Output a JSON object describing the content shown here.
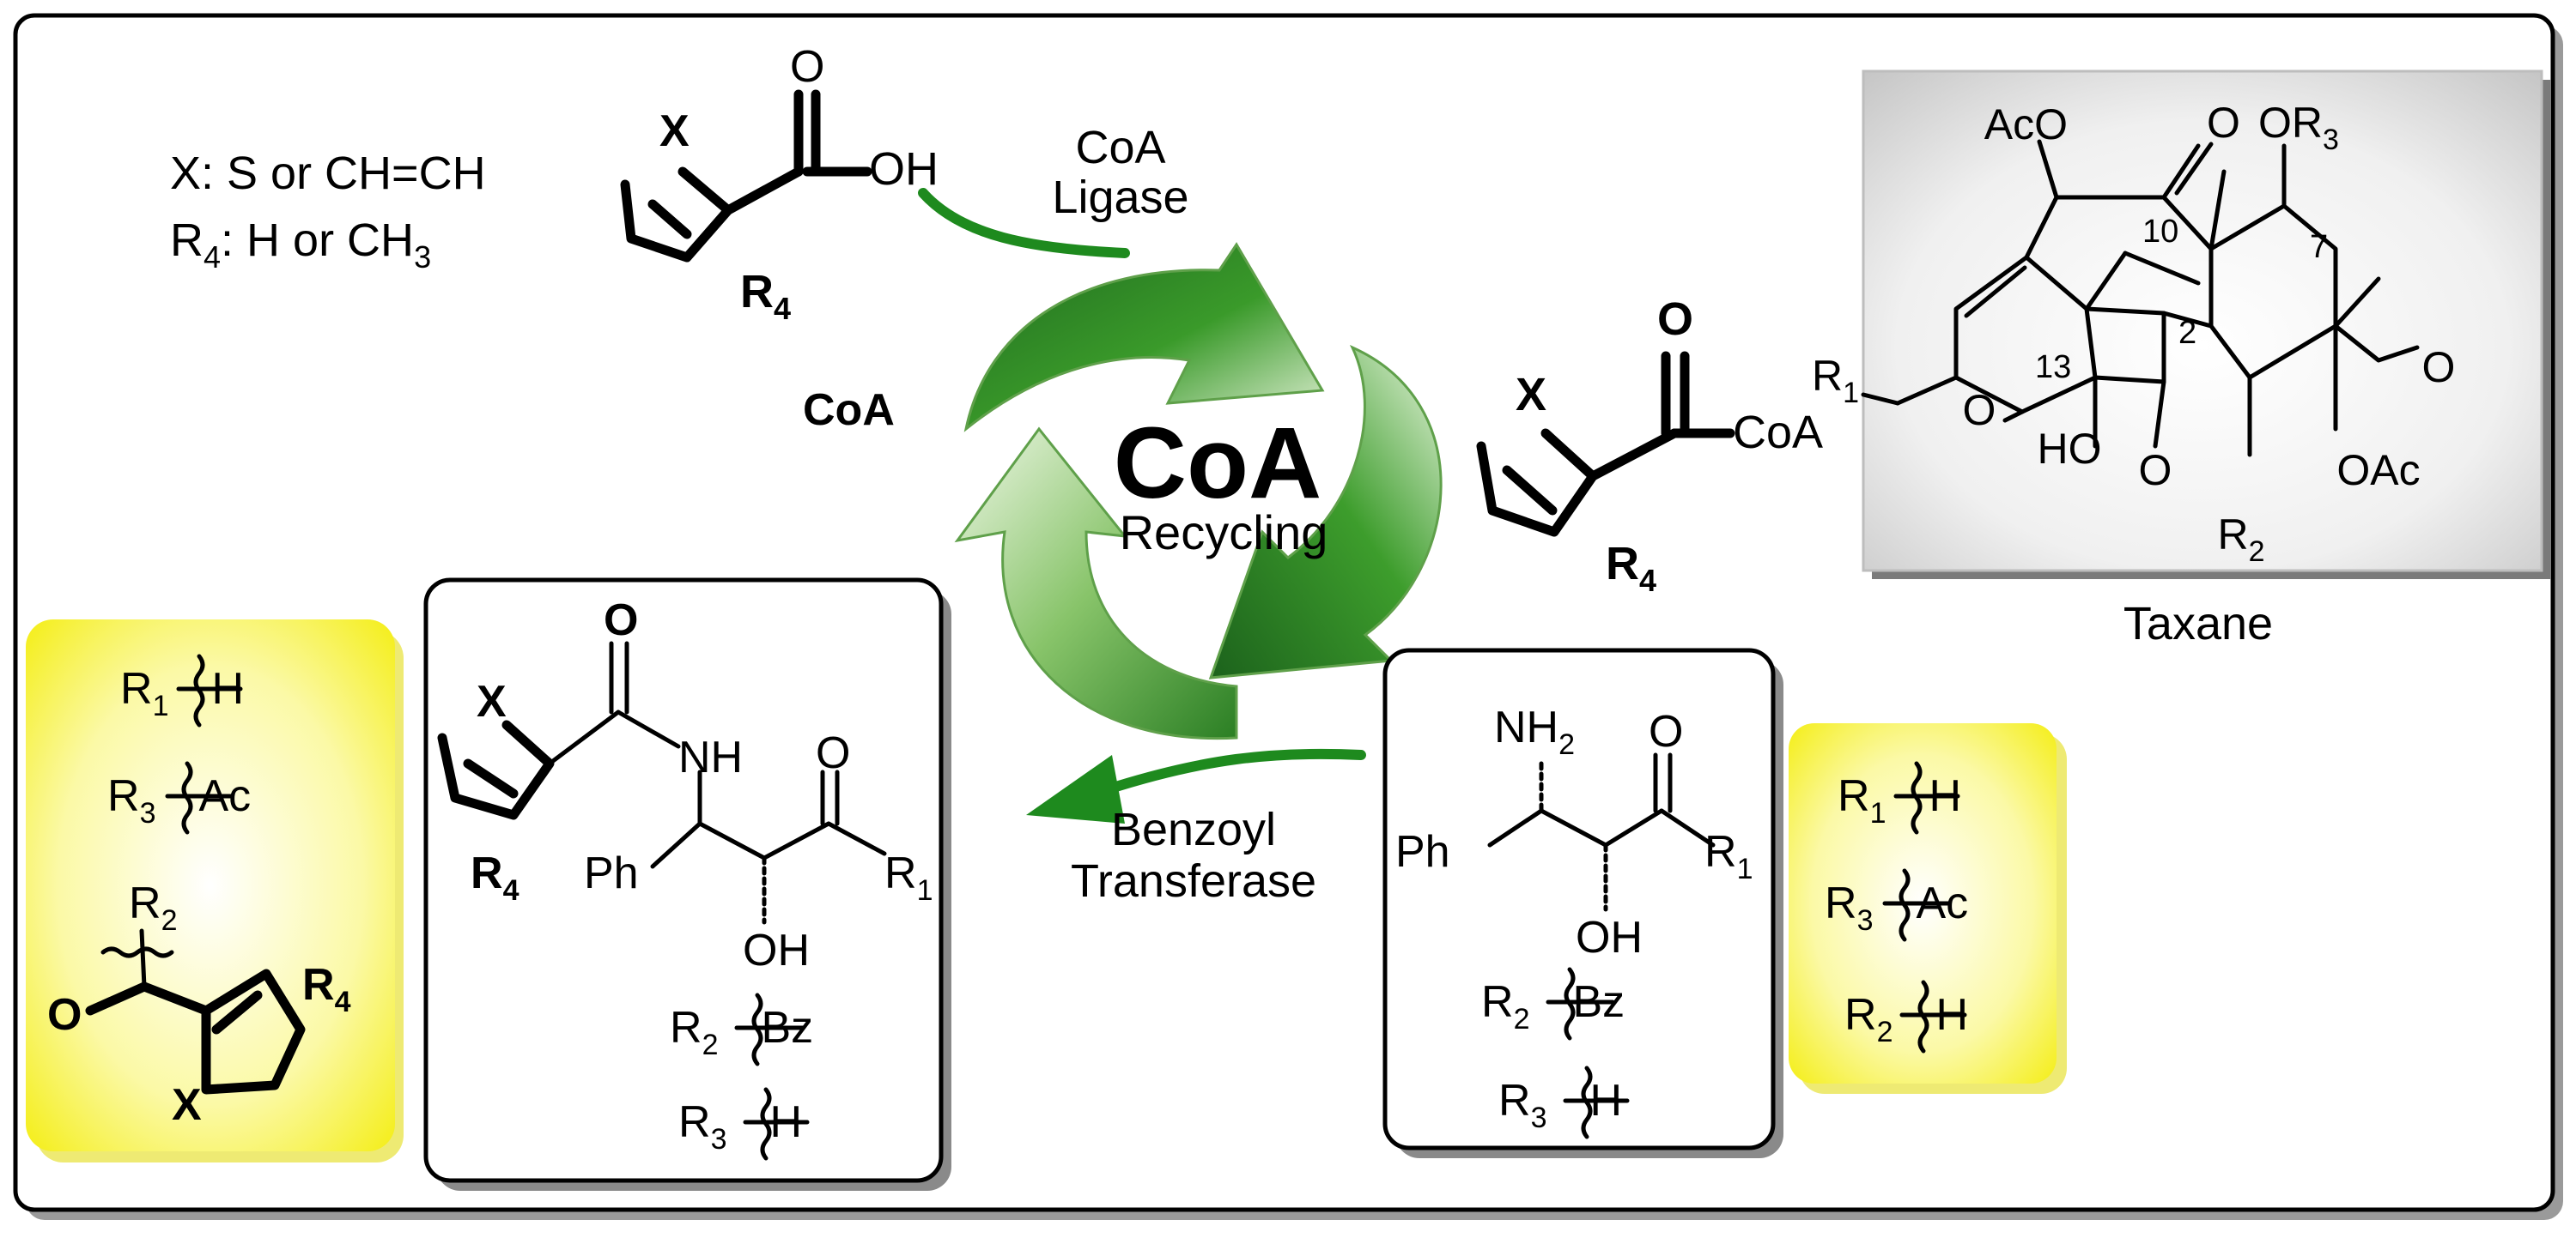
{
  "legend": {
    "x_line": "X: S or CH=CH",
    "r4_line_a": "R",
    "r4_sub": "4",
    "r4_line_b": ": H or CH",
    "r4_sub2": "3"
  },
  "acid": {
    "x": "X",
    "oh": "OH",
    "o": "O",
    "r4": "R",
    "r4_sub": "4"
  },
  "ligase": {
    "line1": "CoA",
    "line2": "Ligase"
  },
  "coa_label": "CoA",
  "center": {
    "title": "CoA",
    "subtitle": "Recycling"
  },
  "thioester": {
    "x": "X",
    "o": "O",
    "coa": "CoA",
    "r4": "R",
    "r4_sub": "4"
  },
  "taxane": {
    "label": "Taxane",
    "aco": "AcO",
    "o_ketone": "O",
    "or3_a": "OR",
    "or3_sub": "3",
    "r1_a": "R",
    "r1_sub": "1",
    "o13": "O",
    "ho": "HO",
    "o_ring": "O",
    "oac": "OAc",
    "o2": "O",
    "r2_a": "R",
    "r2_sub": "2",
    "c10": "10",
    "c7": "7",
    "c13": "13",
    "c2": "2"
  },
  "transferase": {
    "line1": "Benzoyl",
    "line2": "Transferase"
  },
  "product": {
    "x": "X",
    "o": "O",
    "nh": "NH",
    "o2": "O",
    "ph": "Ph",
    "oh": "OH",
    "r1_a": "R",
    "r1_sub": "1",
    "r4": "R",
    "r4_sub": "4",
    "r2_a": "R",
    "r2_sub": "2",
    "r2_val": "Bz",
    "r3_a": "R",
    "r3_sub": "3",
    "r3_val": "H"
  },
  "substrate": {
    "nh2_a": "NH",
    "nh2_sub": "2",
    "o": "O",
    "ph": "Ph",
    "oh": "OH",
    "r1_a": "R",
    "r1_sub": "1",
    "r2_a": "R",
    "r2_sub": "2",
    "r2_val": "Bz",
    "r3_a": "R",
    "r3_sub": "3",
    "r3_val": "H"
  },
  "left_box": {
    "r1_a": "R",
    "r1_sub": "1",
    "r1_val": "H",
    "r3_a": "R",
    "r3_sub": "3",
    "r3_val": "Ac",
    "r2_a": "R",
    "r2_sub": "2",
    "o": "O",
    "x": "X",
    "r4": "R",
    "r4_sub": "4"
  },
  "right_box": {
    "r1_a": "R",
    "r1_sub": "1",
    "r1_val": "H",
    "r3_a": "R",
    "r3_sub": "3",
    "r3_val": "Ac",
    "r2_a": "R",
    "r2_sub": "2",
    "r2_val": "H"
  },
  "colors": {
    "green_dark": "#1f6e1f",
    "green_mid": "#3e9a2c",
    "green_light": "#c9e6b4",
    "yellow": "#f7f200",
    "gray_box": "#cfcfcf",
    "frame": "#000000"
  }
}
